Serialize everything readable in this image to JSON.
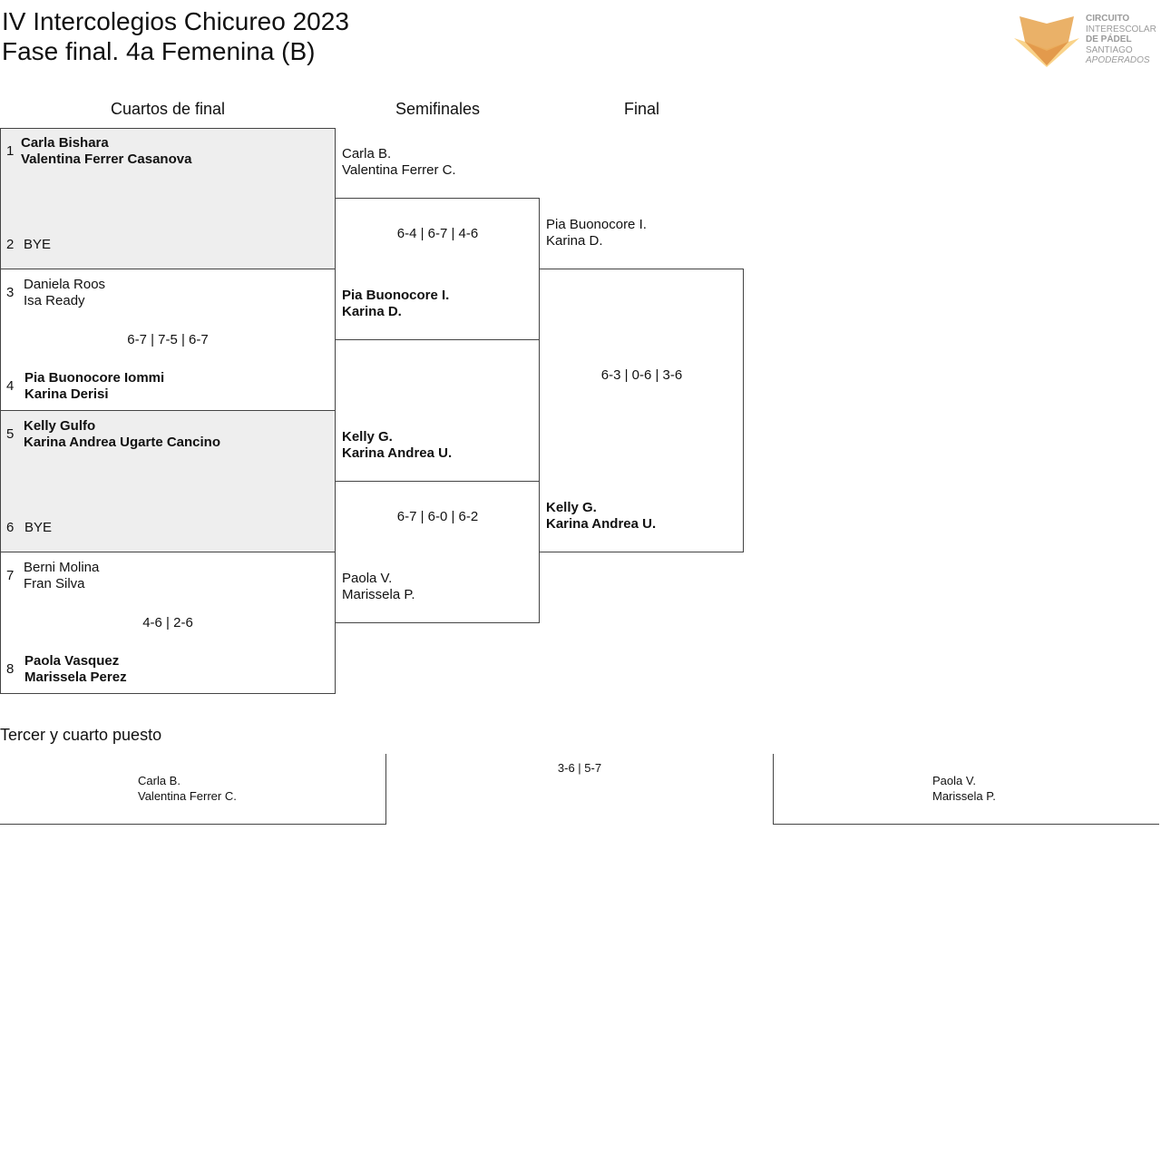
{
  "header": {
    "title_line1": "IV Intercolegios Chicureo 2023",
    "title_line2": "Fase final. 4a Femenina (B)"
  },
  "logo": {
    "icon": "fox-head-logo-icon",
    "colors": {
      "light": "#F9D38A",
      "dark": "#E39A4C"
    },
    "line1": "CIRCUITO",
    "line2": "INTERESCOLAR",
    "line3": "DE PÁDEL",
    "line4": "SANTIAGO",
    "line5": "APODERADOS"
  },
  "rounds": {
    "quarterfinals": "Cuartos de final",
    "semifinals": "Semifinales",
    "final": "Final"
  },
  "quarterfinals": [
    {
      "top": {
        "seed": "1",
        "p1": "Carla Bishara",
        "p2": "Valentina Ferrer Casanova"
      },
      "bottom": {
        "seed": "2",
        "p1": "BYE",
        "p2": ""
      },
      "score": ""
    },
    {
      "top": {
        "seed": "3",
        "p1": "Daniela Roos",
        "p2": "Isa Ready"
      },
      "bottom": {
        "seed": "4",
        "p1": "Pia Buonocore Iommi",
        "p2": "Karina Derisi"
      },
      "score": "6-7 | 7-5 | 6-7"
    },
    {
      "top": {
        "seed": "5",
        "p1": "Kelly Gulfo",
        "p2": "Karina Andrea Ugarte Cancino"
      },
      "bottom": {
        "seed": "6",
        "p1": "BYE",
        "p2": ""
      },
      "score": ""
    },
    {
      "top": {
        "seed": "7",
        "p1": "Berni Molina",
        "p2": "Fran Silva"
      },
      "bottom": {
        "seed": "8",
        "p1": "Paola Vasquez",
        "p2": "Marissela Perez"
      },
      "score": "4-6 | 2-6"
    }
  ],
  "semifinals": [
    {
      "top": {
        "p1": "Carla B.",
        "p2": "Valentina Ferrer C."
      },
      "bottom": {
        "p1": "Pia Buonocore I.",
        "p2": "Karina D."
      },
      "score": "6-4 | 6-7 | 4-6"
    },
    {
      "top": {
        "p1": "Kelly G.",
        "p2": "Karina Andrea U."
      },
      "bottom": {
        "p1": "Paola V.",
        "p2": "Marissela P."
      },
      "score": "6-7 | 6-0 | 6-2"
    }
  ],
  "final": {
    "top": {
      "p1": "Pia Buonocore I.",
      "p2": "Karina D."
    },
    "bottom": {
      "p1": "Kelly G.",
      "p2": "Karina Andrea U."
    },
    "score": "6-3 | 0-6 | 3-6"
  },
  "third_place": {
    "title": "Tercer y cuarto puesto",
    "left": {
      "p1": "Carla B.",
      "p2": "Valentina Ferrer C."
    },
    "right": {
      "p1": "Paola V.",
      "p2": "Marissela P."
    },
    "score": "3-6 | 5-7"
  }
}
